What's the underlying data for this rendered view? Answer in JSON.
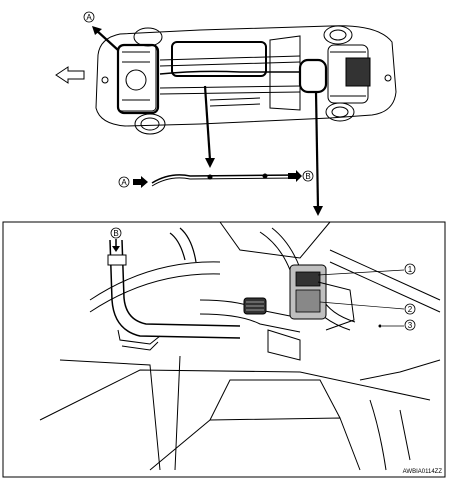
{
  "diagram": {
    "callouts": {
      "a_top": "A",
      "a_pipe": "A",
      "b_pipe": "B",
      "b_detail": "B",
      "n1": "1",
      "n2": "2",
      "n3": "3"
    },
    "reference_code": "AWBIA0114ZZ"
  },
  "colors": {
    "line": "#000000",
    "background": "#ffffff",
    "shade": "#bfbfbf",
    "dark": "#333333"
  },
  "icons": [
    "front-arrow-icon"
  ]
}
